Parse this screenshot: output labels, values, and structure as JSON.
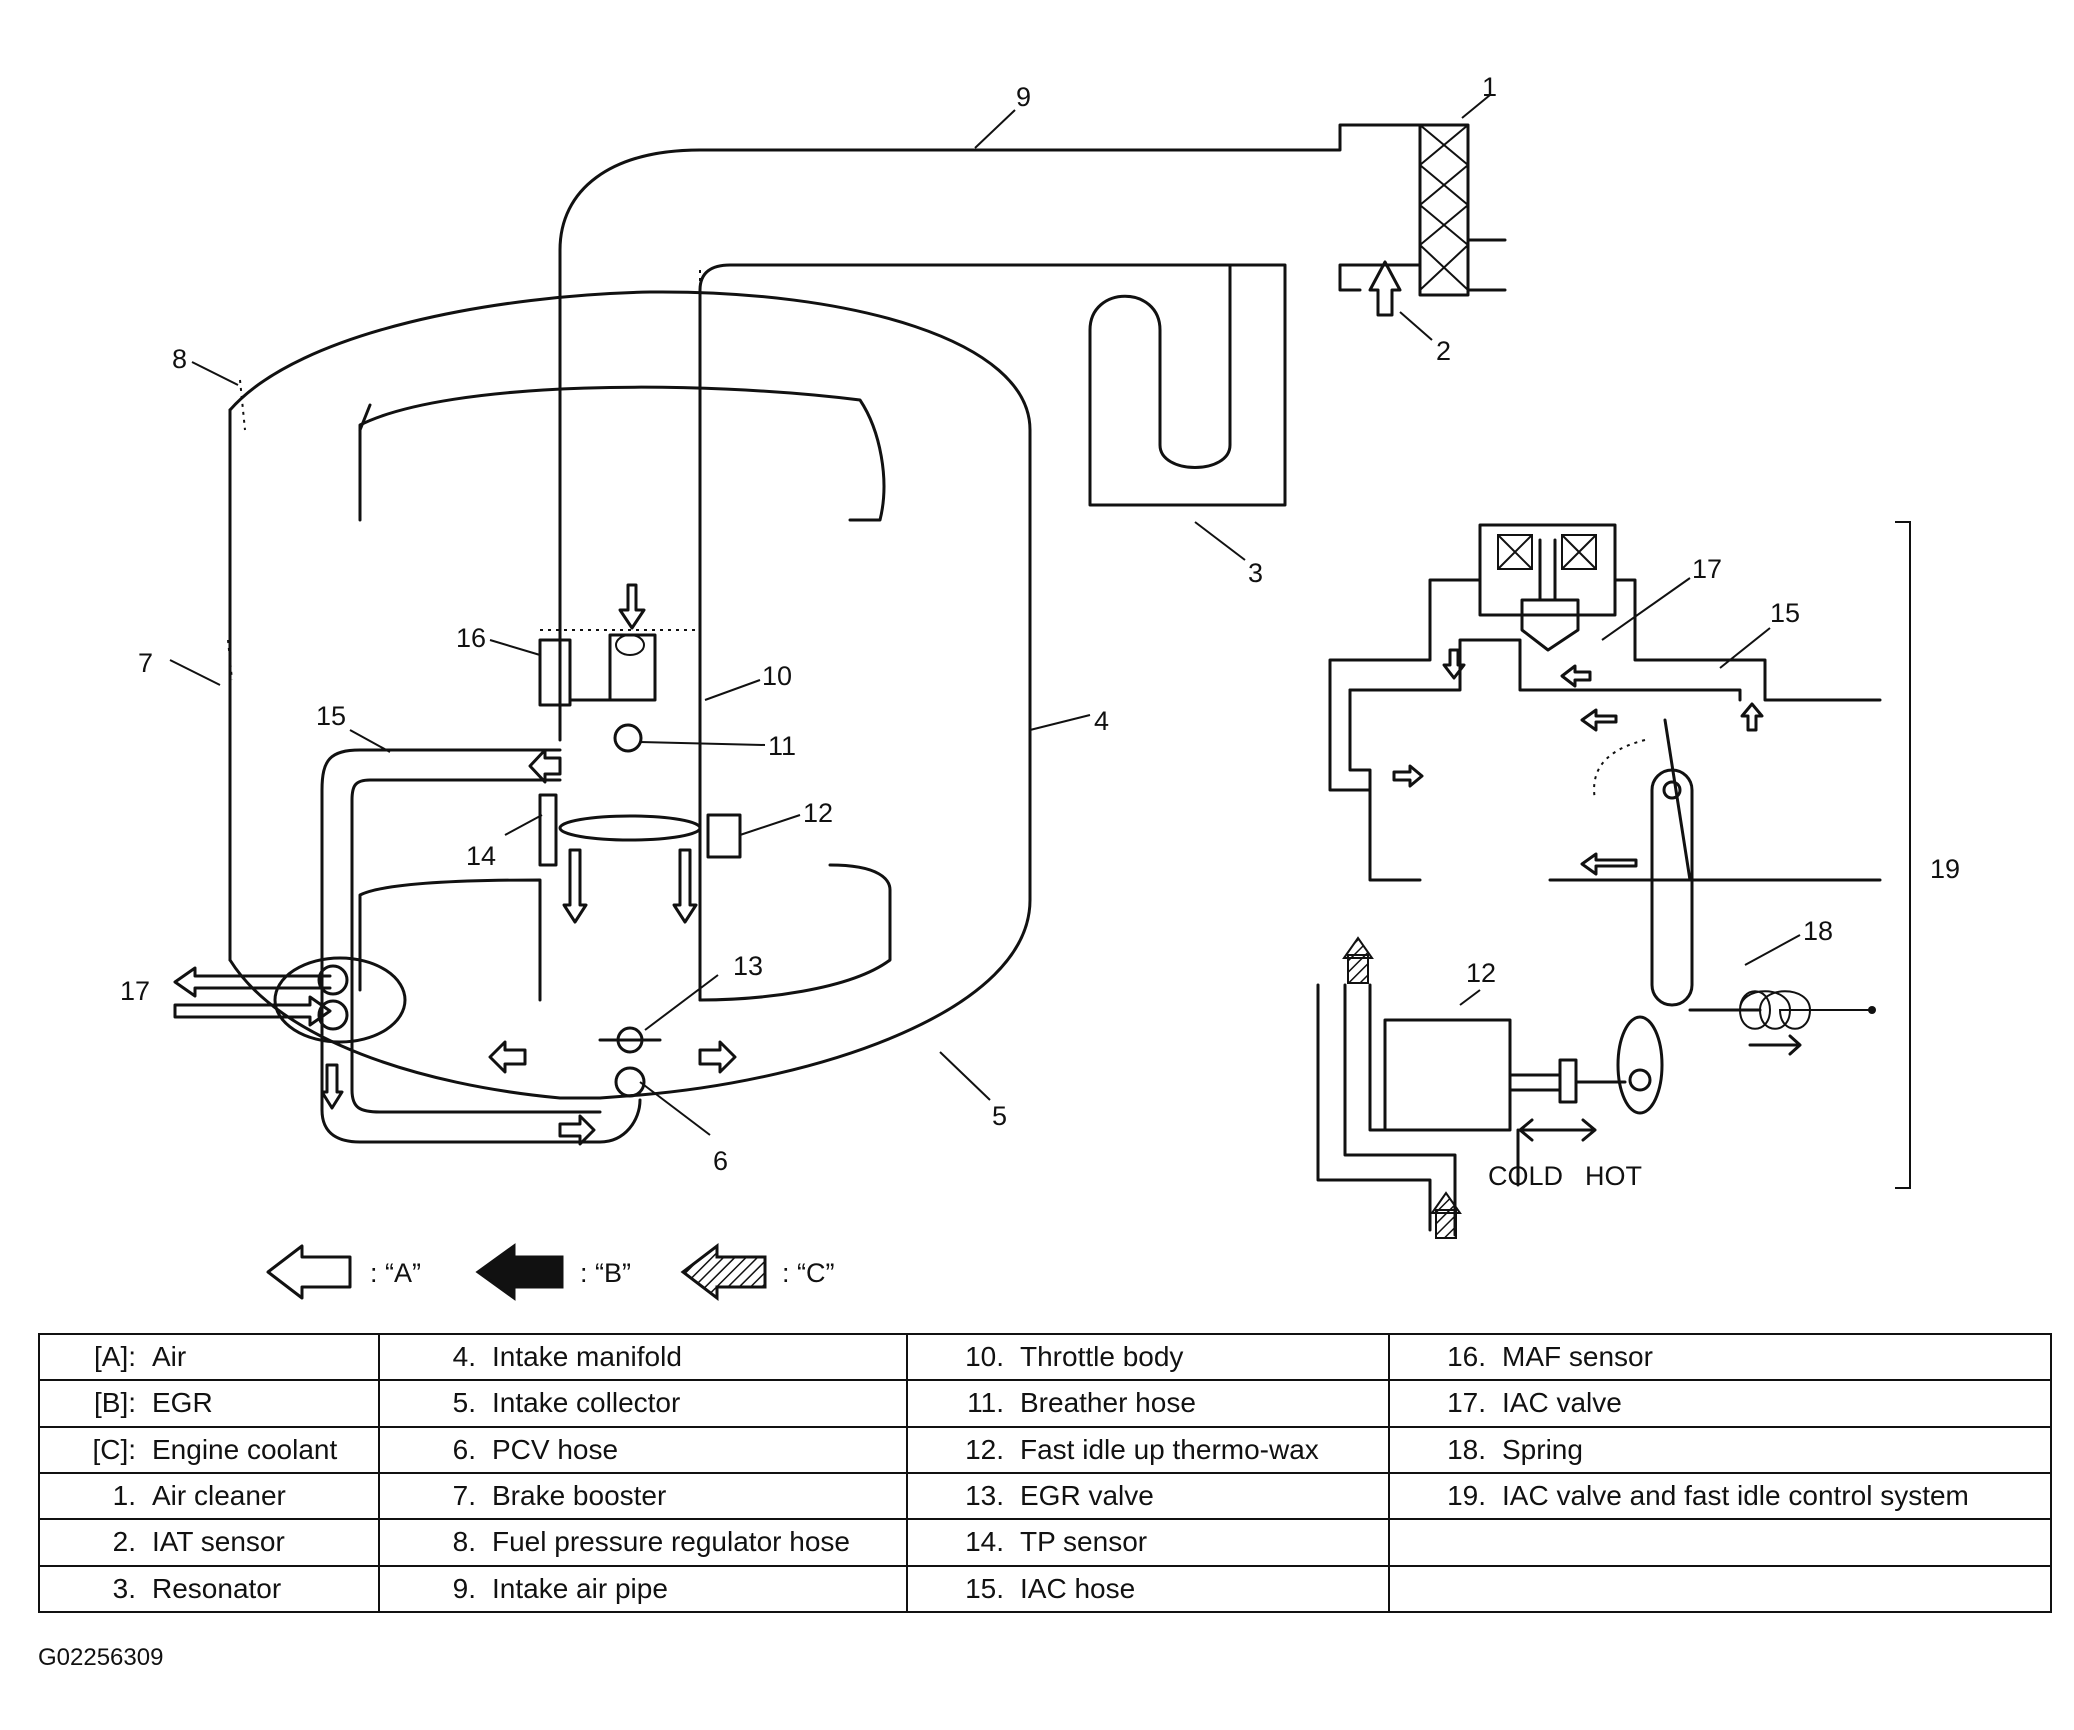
{
  "callouts": {
    "c1": "1",
    "c2": "2",
    "c3": "3",
    "c4": "4",
    "c5": "5",
    "c6": "6",
    "c7": "7",
    "c8": "8",
    "c9": "9",
    "c10": "10",
    "c11": "11",
    "c12": "12",
    "c13": "13",
    "c14": "14",
    "c15": "15",
    "c16": "16",
    "c17": "17",
    "c12b": "12",
    "c15b": "15",
    "c17b": "17",
    "c18": "18",
    "c19": "19"
  },
  "thermo_labels": {
    "cold": "COLD",
    "hot": "HOT"
  },
  "arrow_legend": [
    {
      "label": ": “A”",
      "style": "outline"
    },
    {
      "label": ": “B”",
      "style": "solid"
    },
    {
      "label": ": “C”",
      "style": "hatched"
    }
  ],
  "legend_table": [
    [
      {
        "num": "[A]:",
        "text": "Air"
      },
      {
        "num": "4.",
        "text": "Intake manifold"
      },
      {
        "num": "10.",
        "text": "Throttle body"
      },
      {
        "num": "16.",
        "text": "MAF sensor"
      }
    ],
    [
      {
        "num": "[B]:",
        "text": "EGR"
      },
      {
        "num": "5.",
        "text": "Intake collector"
      },
      {
        "num": "11.",
        "text": "Breather hose"
      },
      {
        "num": "17.",
        "text": "IAC valve"
      }
    ],
    [
      {
        "num": "[C]:",
        "text": "Engine coolant"
      },
      {
        "num": "6.",
        "text": "PCV hose"
      },
      {
        "num": "12.",
        "text": "Fast idle up thermo-wax"
      },
      {
        "num": "18.",
        "text": "Spring"
      }
    ],
    [
      {
        "num": "1.",
        "text": "Air cleaner"
      },
      {
        "num": "7.",
        "text": "Brake booster"
      },
      {
        "num": "13.",
        "text": "EGR valve"
      },
      {
        "num": "19.",
        "text": "IAC valve and fast idle control system"
      }
    ],
    [
      {
        "num": "2.",
        "text": "IAT sensor"
      },
      {
        "num": "8.",
        "text": "Fuel pressure regulator hose"
      },
      {
        "num": "14.",
        "text": "TP sensor"
      },
      {
        "num": "",
        "text": ""
      }
    ],
    [
      {
        "num": "3.",
        "text": "Resonator"
      },
      {
        "num": "9.",
        "text": "Intake air pipe"
      },
      {
        "num": "15.",
        "text": "IAC hose"
      },
      {
        "num": "",
        "text": ""
      }
    ]
  ],
  "figure_code": "G02256309"
}
